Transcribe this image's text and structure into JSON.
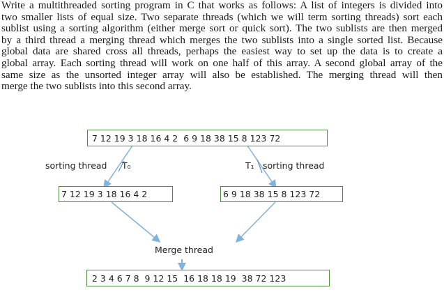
{
  "paragraph_lines": [
    "Write a multithreaded sorting program in C that works as follows: A list of integers is divided into",
    "two smaller lists of equal size. Two separate threads (which we will term sorting threads) sort each",
    "sublist using a sorting algorithm (either merge sort or quick sort). The two sublists are then merged",
    "by a third thread a merging thread which merges the two sublists into a single sorted list. Because",
    "global data are shared cross all threads, perhaps the easiest way to set up the data is to create a",
    "global array. Each sorting thread will work on one half of this array. A second global array of the",
    "same size as the unsorted integer array will also be established. The merging thread will then",
    "merge the two sublists into this second array."
  ],
  "diagram": {
    "input_array": "7 12 19 3 18 16 4 2  6 9 18 38 15 8 123 72",
    "left_label": "sorting thread",
    "left_thread_id": "T₀",
    "right_thread_id": "T₁",
    "right_label": "sorting thread",
    "left_sublist": "7 12 19 3 18 16 4 2",
    "right_sublist": "6 9 18 38 15 8 123 72",
    "merge_label": "Merge thread",
    "output_array": "2 3 4 6 7 8  9 12 15  16 18 18 19  38 72 123"
  },
  "colors": {
    "box_border": "#4f8f3f",
    "arrow": "#7fb2dc",
    "divider": "#5b8fc4",
    "text": "#222222"
  }
}
